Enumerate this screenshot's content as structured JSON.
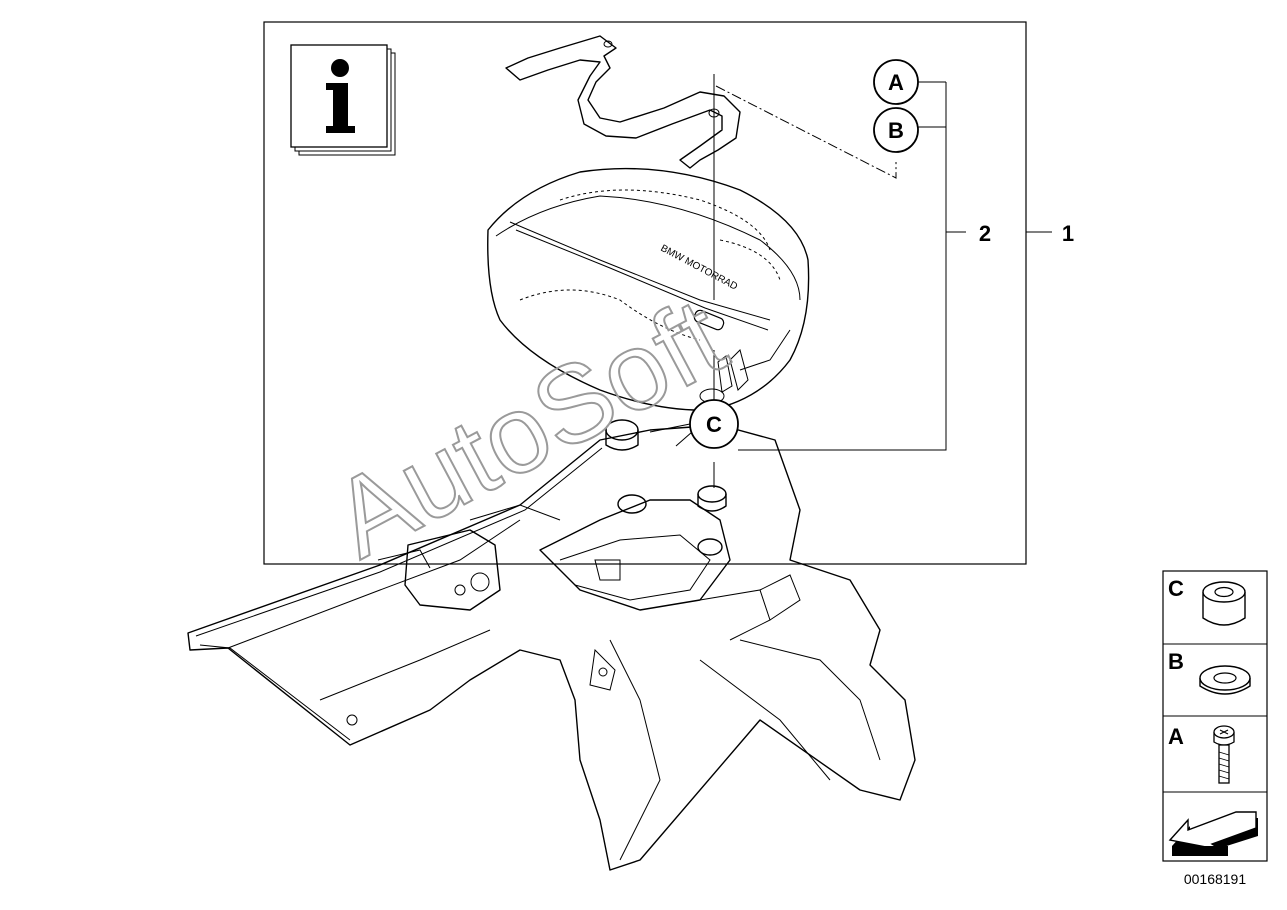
{
  "diagram": {
    "info_symbol": "i",
    "callouts": {
      "a": "A",
      "b": "B",
      "c": "C",
      "two": "2",
      "one": "1"
    },
    "watermark": "AutoSoft",
    "bag_brand_text": "BMW MOTORRAD",
    "legend": [
      {
        "letter": "C",
        "icon": "spacer-sleeve-icon"
      },
      {
        "letter": "B",
        "icon": "washer-icon"
      },
      {
        "letter": "A",
        "icon": "screw-icon"
      }
    ],
    "legend_arrow_icon": "navigation-arrow-icon",
    "drawing_number": "00168191"
  }
}
